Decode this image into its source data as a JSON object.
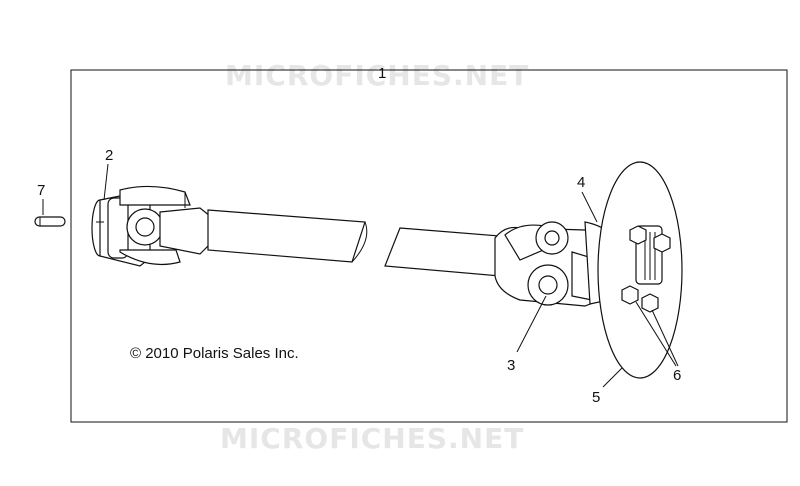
{
  "watermark": {
    "top": "MICROFICHES.NET",
    "bottom": "MICROFICHES.NET"
  },
  "copyright": "© 2010 Polaris Sales Inc.",
  "callouts": {
    "c1": "1",
    "c2": "2",
    "c3": "3",
    "c4": "4",
    "c5": "5",
    "c6": "6",
    "c7": "7"
  }
}
